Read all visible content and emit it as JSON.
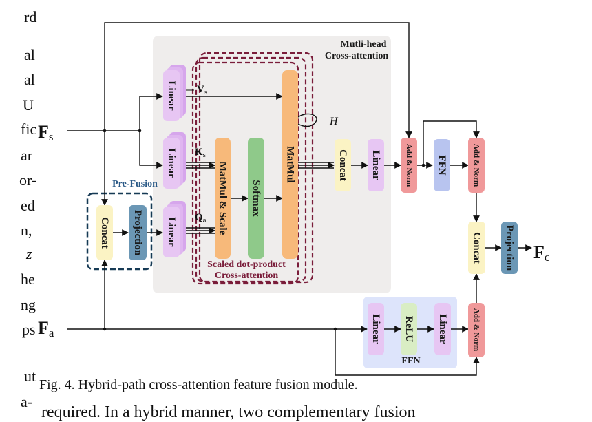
{
  "side_text": [
    "rd",
    "al",
    "al",
    "U",
    "fic",
    "ar",
    "or-",
    "ed",
    "n,",
    "z",
    "he",
    "ng",
    "ps",
    "ut",
    "a-"
  ],
  "inputs": {
    "fs_main": "F",
    "fs_sub": "s",
    "fa_main": "F",
    "fa_sub": "a",
    "fc_main": "F",
    "fc_sub": "c"
  },
  "regions": {
    "mha_title_1": "Mutli-head",
    "mha_title_2": "Cross-attention",
    "pre_fusion": "Pre-Fusion",
    "sdp_1": "Scaled dot-product",
    "sdp_2": "Cross-attention",
    "ffn": "FFN",
    "heads": "H"
  },
  "arrow_labels": {
    "v_main": "V",
    "v_sub": "s",
    "k_main": "K",
    "k_sub": "s",
    "q_main": "Q",
    "q_sub": "a"
  },
  "blocks": {
    "linear_v": "Linear",
    "linear_k": "Linear",
    "linear_q": "Linear",
    "concat_pre": "Concat",
    "projection_pre": "Projection",
    "matmul_scale": "MatMul & Scale",
    "softmax": "Softmax",
    "matmul": "MatMul",
    "concat_heads": "Concat",
    "linear_out": "Linear",
    "add_norm_1": "Add & Norm",
    "ffn_block": "FFN",
    "add_norm_2": "Add & Norm",
    "ffn_linear_1": "Linear",
    "ffn_relu": "ReLU",
    "ffn_linear_2": "Linear",
    "add_norm_3": "Add & Norm",
    "concat_final": "Concat",
    "projection_final": "Projection"
  },
  "caption": "Fig. 4.  Hybrid-path cross-attention feature fusion module.",
  "bottom_line": "required.  In  a  hybrid  manner,  two  complementary  fusion",
  "bottom_left": "a-",
  "colors": {
    "linear": "#e7c6f3",
    "linear_stack": "#d6a6ec",
    "concat": "#fbf3c4",
    "projection": "#6b97b5",
    "matmul_scale": "#f7b97a",
    "softmax": "#8fc98a",
    "matmul": "#f7b97a",
    "add_norm": "#f0999a",
    "ffn": "#b8c4ef",
    "relu": "#d9edc4",
    "mha_bg": "#efedec",
    "ffn_bg": "#dde4fb",
    "dashed_red": "#7a1d3a",
    "dashed_blue": "#163a55"
  }
}
